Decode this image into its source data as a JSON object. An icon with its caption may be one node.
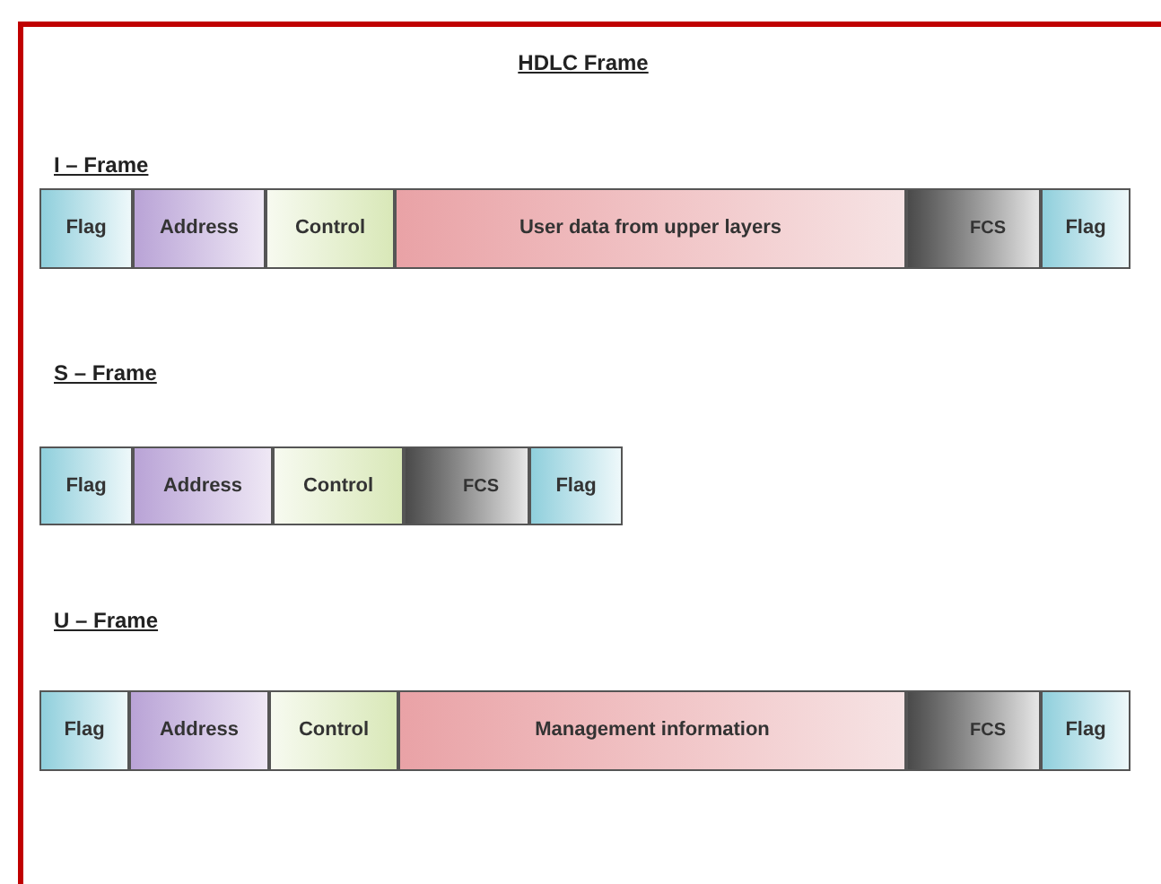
{
  "diagram": {
    "title": "HDLC Frame",
    "nodes": [
      {
        "text": [
          "Flag"
        ]
      },
      {
        "text": [
          "Address"
        ]
      },
      {
        "text": [
          "Control"
        ]
      },
      {
        "text": [
          "User data from upper layers"
        ]
      },
      {
        "text": [
          "FCS"
        ]
      },
      {
        "text": [
          "Flag"
        ]
      },
      {
        "text": [
          "Flag"
        ]
      },
      {
        "text": [
          "Address"
        ]
      },
      {
        "text": [
          "Control"
        ]
      },
      {
        "text": [
          "FCS"
        ]
      },
      {
        "text": [
          "Flag"
        ]
      },
      {
        "text": [
          "Flag"
        ]
      },
      {
        "text": [
          "Address"
        ]
      },
      {
        "text": [
          "Control"
        ]
      },
      {
        "text": [
          "Management information"
        ]
      },
      {
        "text": [
          "FCS"
        ]
      },
      {
        "text": [
          "Flag"
        ]
      }
    ],
    "labels": [
      "I – Frame",
      "S – Frame",
      "U – Frame"
    ]
  }
}
